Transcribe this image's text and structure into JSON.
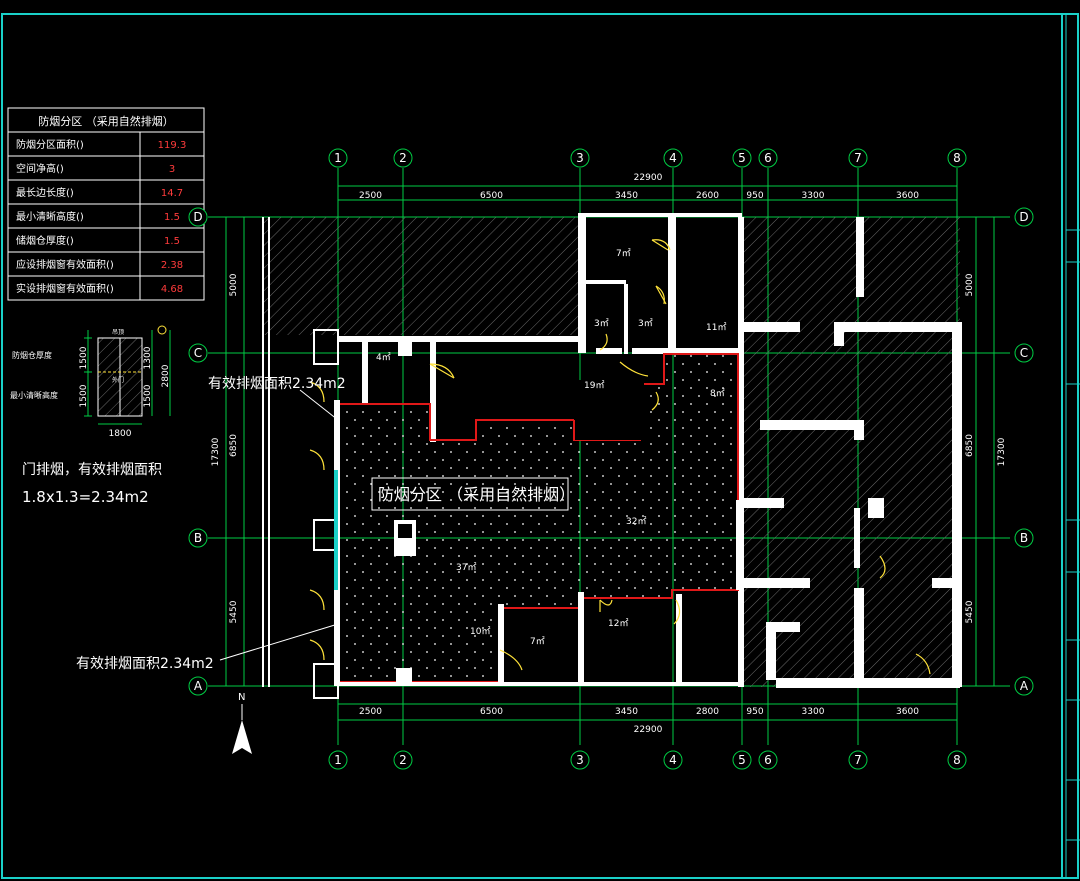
{
  "table": {
    "title": "防烟分区 （采用自然排烟）",
    "rows": [
      {
        "label": "防烟分区面积()",
        "value": "119.3"
      },
      {
        "label": "空间净高()",
        "value": "3"
      },
      {
        "label": "最长边长度()",
        "value": "14.7"
      },
      {
        "label": "最小清晰高度()",
        "value": "1.5"
      },
      {
        "label": "储烟仓厚度()",
        "value": "1.5"
      },
      {
        "label": "应设排烟窗有效面积()",
        "value": "2.38"
      },
      {
        "label": "实设排烟窗有效面积()",
        "value": "4.68"
      }
    ]
  },
  "door_detail": {
    "label_top": "防烟仓厚度",
    "label_bottom": "最小清晰高度",
    "dims_left": [
      "1500",
      "1500"
    ],
    "dims_right": [
      "1300",
      "1500"
    ],
    "dim_total": "2800",
    "dim_width": "1800",
    "door_tag": "外门",
    "top_tag": "吊顶"
  },
  "notes": {
    "door_smoke_line1": "门排烟，有效排烟面积",
    "door_smoke_line2": "1.8x1.3=2.34m2",
    "callout_upper": "有效排烟面积2.34m2",
    "callout_lower": "有效排烟面积2.34m2",
    "zone_label": "防烟分区 （采用自然排烟）",
    "north": "N"
  },
  "grid": {
    "columns": [
      "1",
      "2",
      "3",
      "4",
      "5",
      "6",
      "7",
      "8"
    ],
    "rows": [
      "D",
      "C",
      "B",
      "A"
    ],
    "top_dims": [
      "2500",
      "6500",
      "3450",
      "2600",
      "950",
      "3300",
      "3600"
    ],
    "top_total": "22900",
    "bottom_dims": [
      "2500",
      "6500",
      "3450",
      "2800",
      "950",
      "3300",
      "3600"
    ],
    "bottom_total": "22900",
    "left_dims": [
      "5000",
      "6850",
      "5450"
    ],
    "left_total": "17300",
    "right_dims": [
      "5000",
      "6850",
      "5450"
    ],
    "right_total": "17300"
  },
  "rooms": {
    "r7a": "7㎡",
    "r3a": "3㎡",
    "r3b": "3㎡",
    "r11": "11㎡",
    "r4": "4㎡",
    "r19": "19㎡",
    "r8": "8㎡",
    "r32": "32㎡",
    "r37": "37㎡",
    "r10": "10㎡",
    "r7b": "7㎡",
    "r12": "12㎡"
  },
  "colors": {
    "background": "#000000",
    "grid_line": "#00cc44",
    "wall": "#ffffff",
    "zone_border": "#e01818",
    "value_red": "#ff3b3b",
    "yellow": "#ffe23a",
    "frame": "#1ad1c9"
  }
}
